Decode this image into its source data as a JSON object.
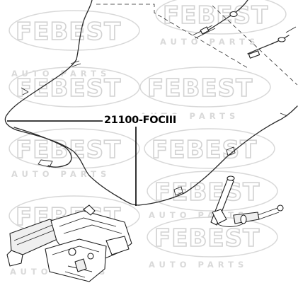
{
  "watermark": {
    "brand": "FEBEST",
    "tagline": "AUTO PARTS"
  },
  "diagram": {
    "part_number": "21100-FOCIII",
    "line_color": "#2a2a2a",
    "watermark_color": "#d2d2d2"
  }
}
